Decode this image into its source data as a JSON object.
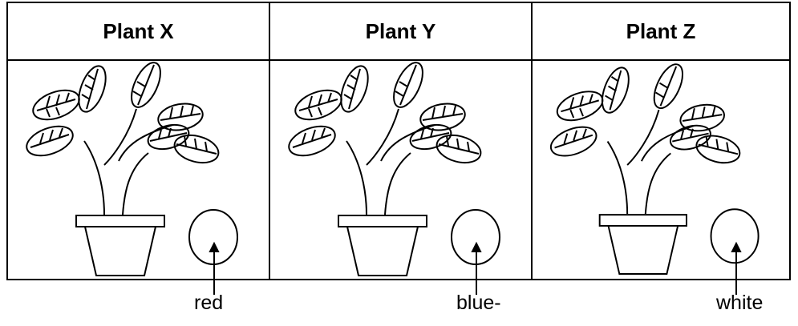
{
  "panels": [
    {
      "title": "Plant X",
      "label": "red"
    },
    {
      "title": "Plant Y",
      "label": "blue-"
    },
    {
      "title": "Plant Z",
      "label": "white"
    }
  ]
}
